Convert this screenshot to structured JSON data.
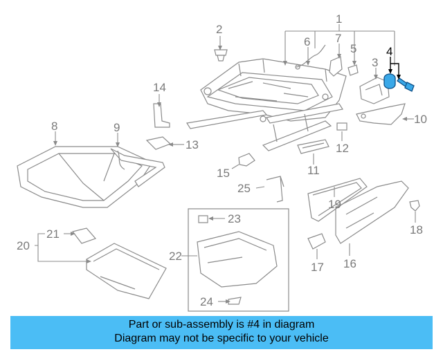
{
  "callouts": {
    "c1": "1",
    "c2": "2",
    "c3": "3",
    "c4": "4",
    "c5": "5",
    "c6": "6",
    "c7": "7",
    "c8": "8",
    "c9": "9",
    "c10": "10",
    "c11": "11",
    "c12": "12",
    "c13": "13",
    "c14": "14",
    "c15": "15",
    "c16": "16",
    "c17": "17",
    "c18": "18",
    "c19": "19",
    "c20": "20",
    "c21": "21",
    "c22": "22",
    "c23": "23",
    "c24": "24",
    "c25": "25"
  },
  "highlight": {
    "part": "4",
    "color": "#3aa8e8"
  },
  "banner": {
    "line1": "Part or sub-assembly is #4 in diagram",
    "line2": "Diagram may not be specific to your vehicle",
    "background": "#4bbdf5"
  }
}
